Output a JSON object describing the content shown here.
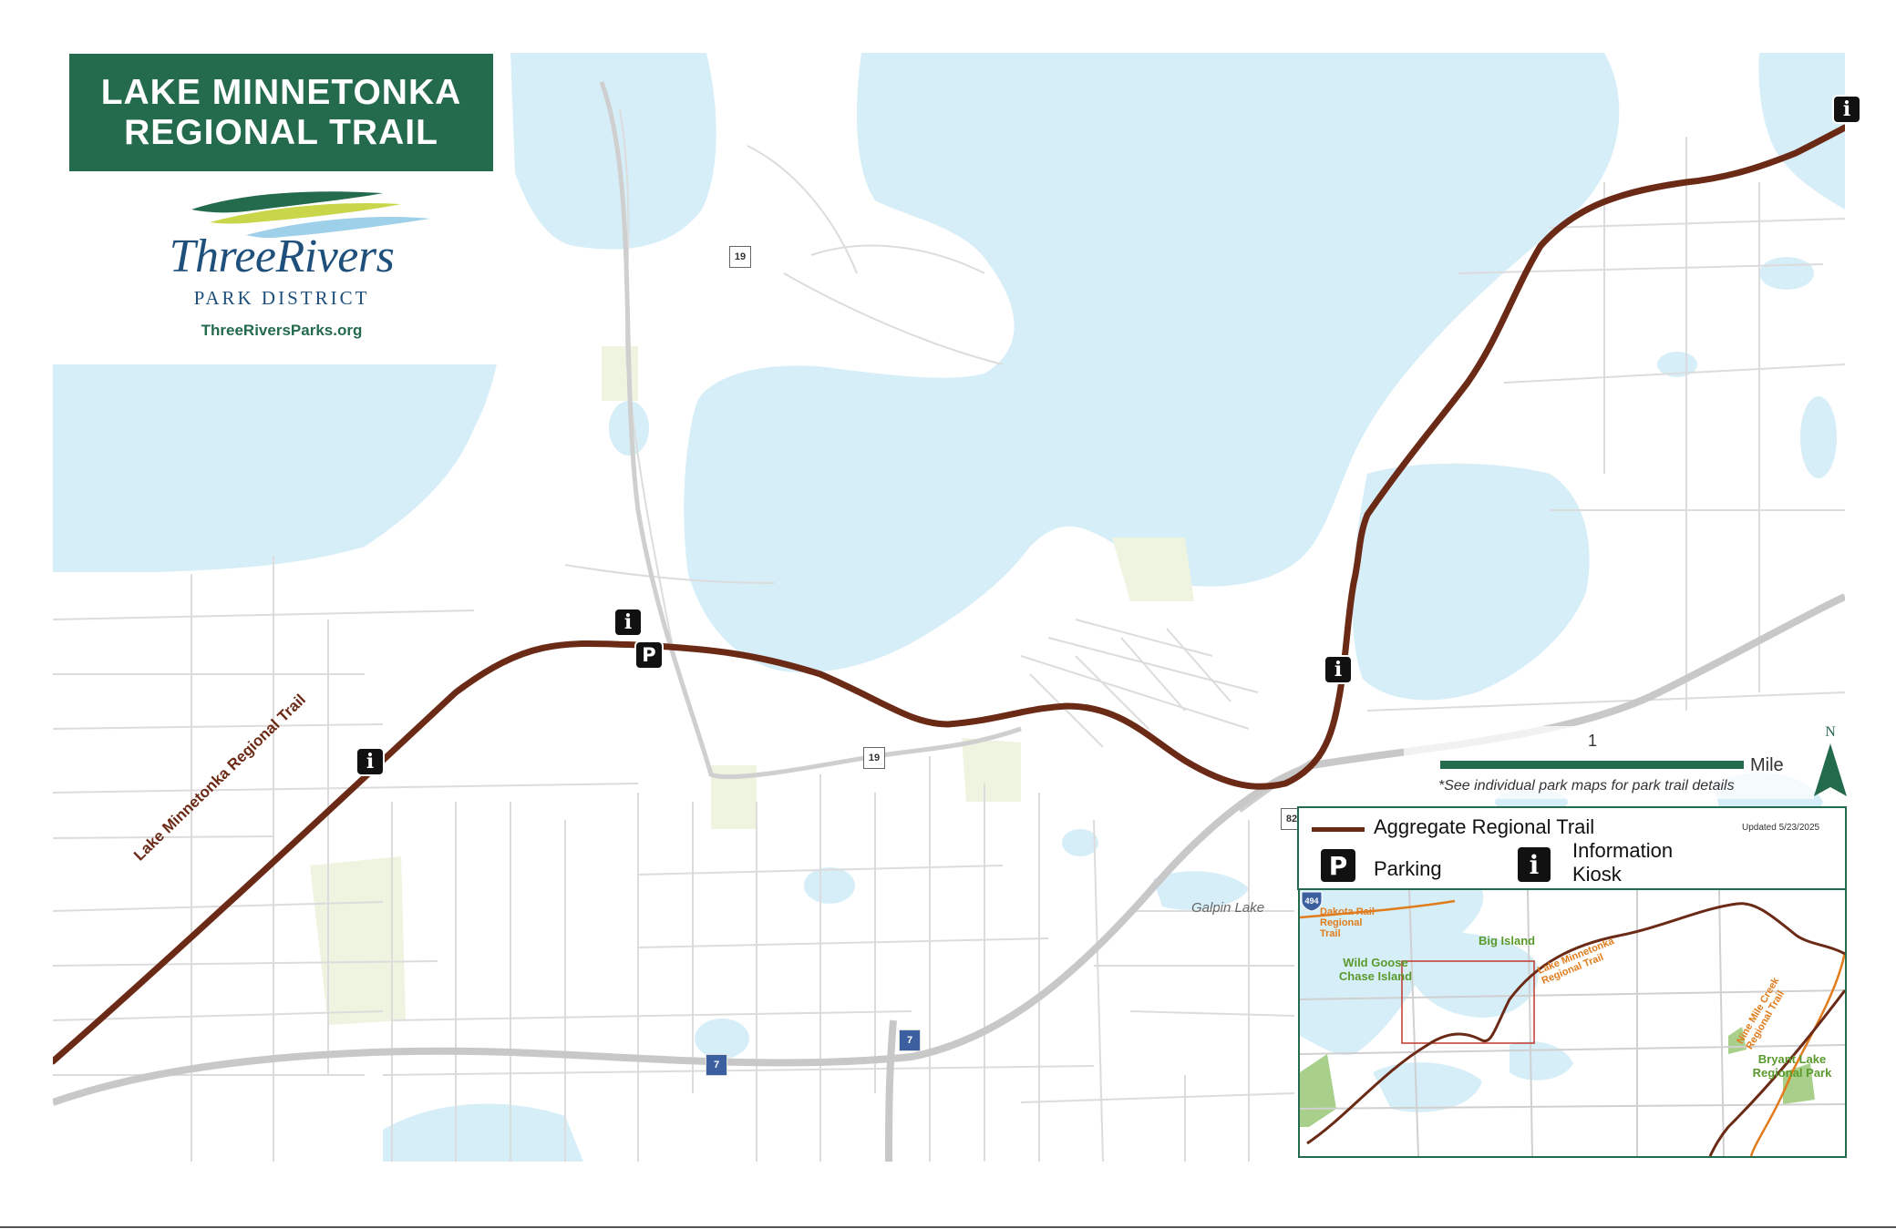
{
  "title": {
    "line1": "LAKE MINNETONKA",
    "line2": "REGIONAL TRAIL"
  },
  "brand": {
    "name": "ThreeRivers",
    "subtitle": "PARK DISTRICT",
    "url": "ThreeRiversParks.org"
  },
  "colors": {
    "water": "#d6eef8",
    "land": "#ffffff",
    "park": "#eef4df",
    "road": "#dcdcdc",
    "highway": "#cccccc",
    "trail": "#6b2a16",
    "brand_green": "#236b4c",
    "brand_blue": "#1f4f7b",
    "logo_yellow": "#c9d64a",
    "logo_blue": "#9fd0ea"
  },
  "map": {
    "trail_label": "Lake Minnetonka Regional Trail",
    "lake_label": "Galpin Lake",
    "route_shields": [
      {
        "type": "county",
        "number": "19"
      },
      {
        "type": "county",
        "number": "19"
      },
      {
        "type": "county",
        "number": "82"
      },
      {
        "type": "state",
        "number": "7"
      },
      {
        "type": "state",
        "number": "7"
      }
    ],
    "icons": [
      "information-kiosk",
      "parking",
      "information-kiosk",
      "information-kiosk",
      "information-kiosk"
    ]
  },
  "scale": {
    "value": "1",
    "unit": "Mile",
    "note": "*See individual park maps for park trail details"
  },
  "north": {
    "label": "N"
  },
  "legend": {
    "trail": "Aggregate Regional Trail",
    "updated": "Updated 5/23/2025",
    "parking": "Parking",
    "parking_glyph": "P",
    "info": "Information Kiosk",
    "info_glyph": "i"
  },
  "inset": {
    "labels": {
      "dakota": "Dakota Rail Regional Trail",
      "big_island": "Big Island",
      "wild_goose": "Wild Goose Chase Island",
      "lmrt": "Lake Minnetonka Regional Trail",
      "nine_mile": "Nine Mile Creek Regional Trail",
      "bryant": "Bryant Lake Regional Park",
      "interstate": "494"
    }
  }
}
